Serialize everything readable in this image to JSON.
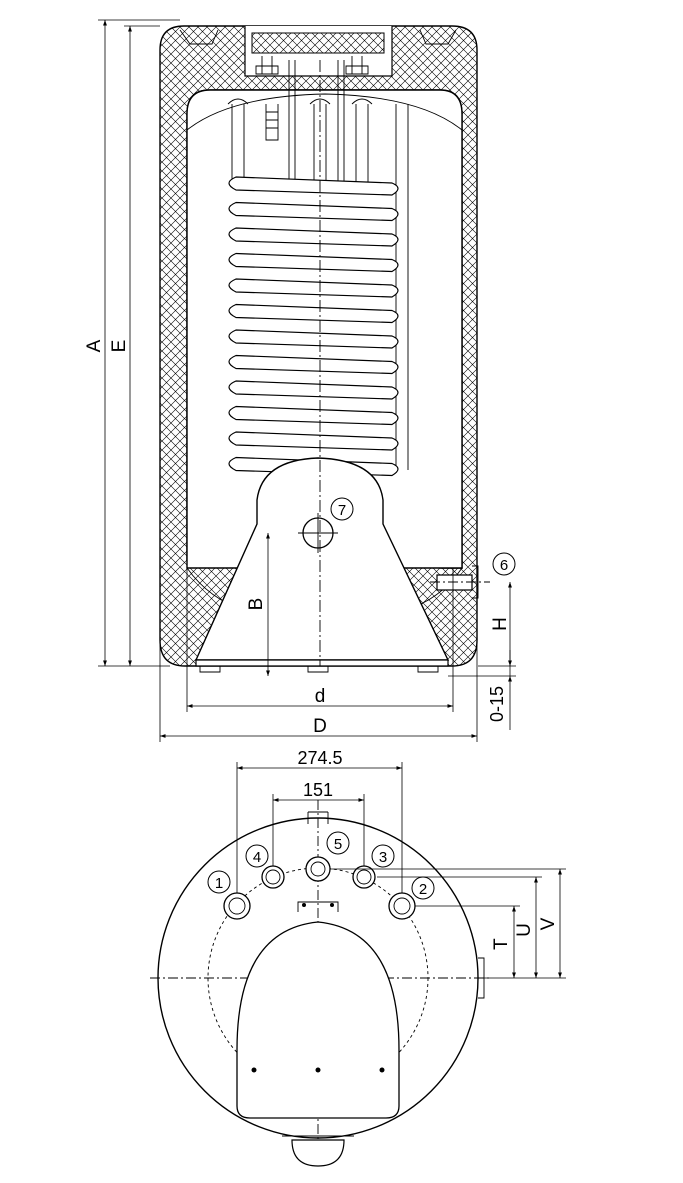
{
  "side_view": {
    "dimension_labels": {
      "A": "A",
      "E": "E",
      "B": "B",
      "H": "H",
      "d": "d",
      "D": "D",
      "offset": "0-15"
    },
    "callouts": {
      "c7": "7",
      "c6": "6"
    }
  },
  "top_view": {
    "dimension_labels": {
      "w1": "274.5",
      "w2": "151",
      "T": "T",
      "U": "U",
      "V": "V"
    },
    "callouts": {
      "c1": "1",
      "c2": "2",
      "c3": "3",
      "c4": "4",
      "c5": "5"
    }
  }
}
